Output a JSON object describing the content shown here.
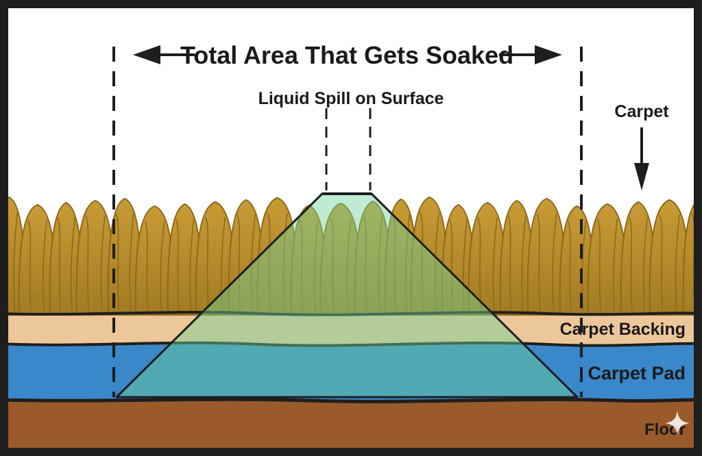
{
  "diagram": {
    "title": "Total Area That Gets Soaked",
    "spill_label": "Liquid Spill on Surface",
    "layers": {
      "carpet": "Carpet",
      "backing": "Carpet Backing",
      "pad": "Carpet Pad",
      "floor": "Floor"
    },
    "colors": {
      "frame": "#1e1e1e",
      "carpet_fiber": "#b8902e",
      "carpet_fiber_shade": "#8d6a1c",
      "backing": "#ecc79a",
      "pad": "#3a88c9",
      "floor": "#9a5a2a",
      "soak": "#6fd39a"
    }
  }
}
